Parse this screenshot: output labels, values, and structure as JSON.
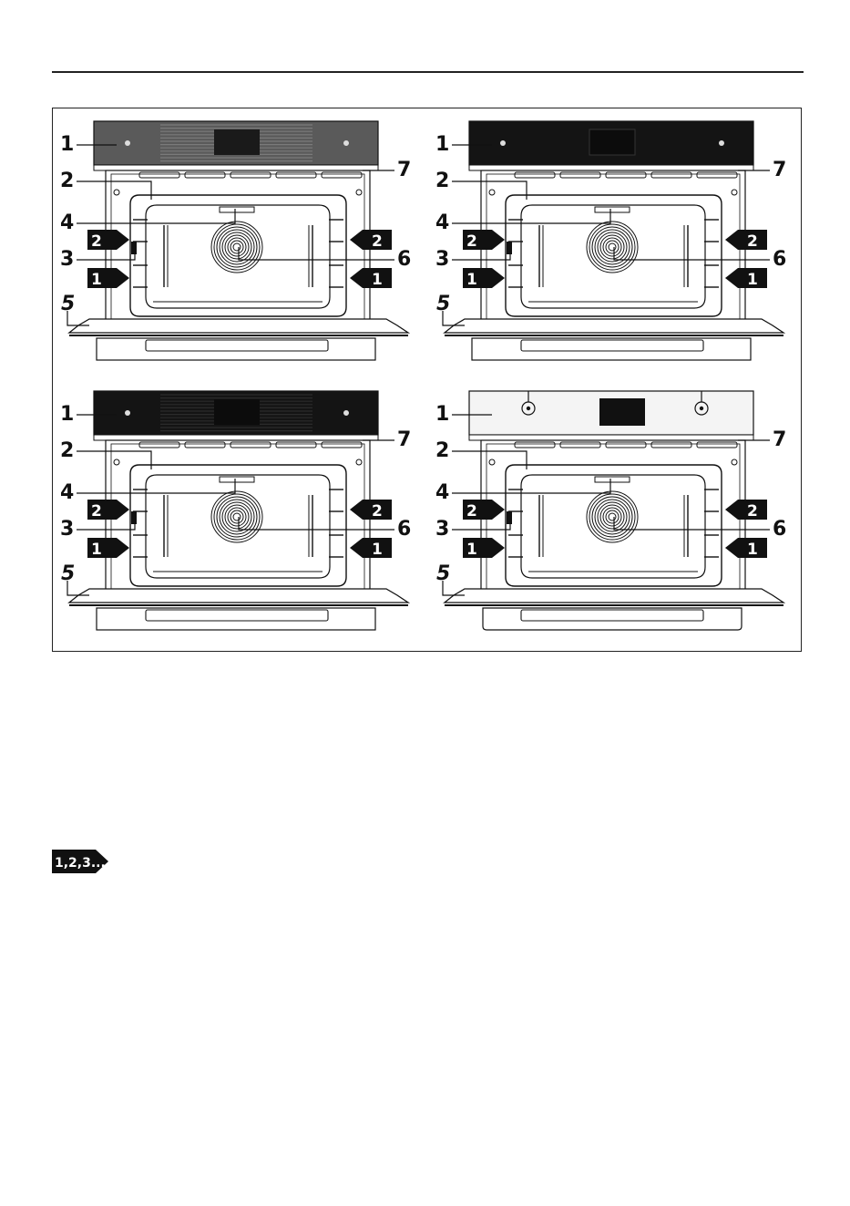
{
  "figure": {
    "panels": [
      {
        "id": "oven-a",
        "panel_style": "grey-glass-with-vent",
        "labels": {
          "panel": "1",
          "cavity": "2",
          "light": "3",
          "fan": "4",
          "door": "5",
          "element": "6",
          "vent": "7"
        },
        "shelves": [
          "2",
          "1"
        ]
      },
      {
        "id": "oven-b",
        "panel_style": "black-glass",
        "labels": {
          "panel": "1",
          "cavity": "2",
          "light": "3",
          "fan": "4",
          "door": "5",
          "element": "6",
          "vent": "7"
        },
        "shelves": [
          "2",
          "1"
        ]
      },
      {
        "id": "oven-c",
        "panel_style": "black-glass-with-vent",
        "labels": {
          "panel": "1",
          "cavity": "2",
          "light": "3",
          "fan": "4",
          "door": "5",
          "element": "6",
          "vent": "7"
        },
        "shelves": [
          "2",
          "1"
        ]
      },
      {
        "id": "oven-d",
        "panel_style": "stainless-with-knobs",
        "labels": {
          "panel": "1",
          "cavity": "2",
          "light": "3",
          "fan": "4",
          "door": "5",
          "element": "6",
          "vent": "7"
        },
        "shelves": [
          "2",
          "1"
        ]
      }
    ]
  },
  "step_badge": {
    "text": "1,2,3...",
    "icon": "step-sequence-icon"
  },
  "colors": {
    "ink": "#111111",
    "grey_panel": "#5a5a5a",
    "black_panel": "#141414",
    "steel_panel": "#f4f4f4"
  }
}
